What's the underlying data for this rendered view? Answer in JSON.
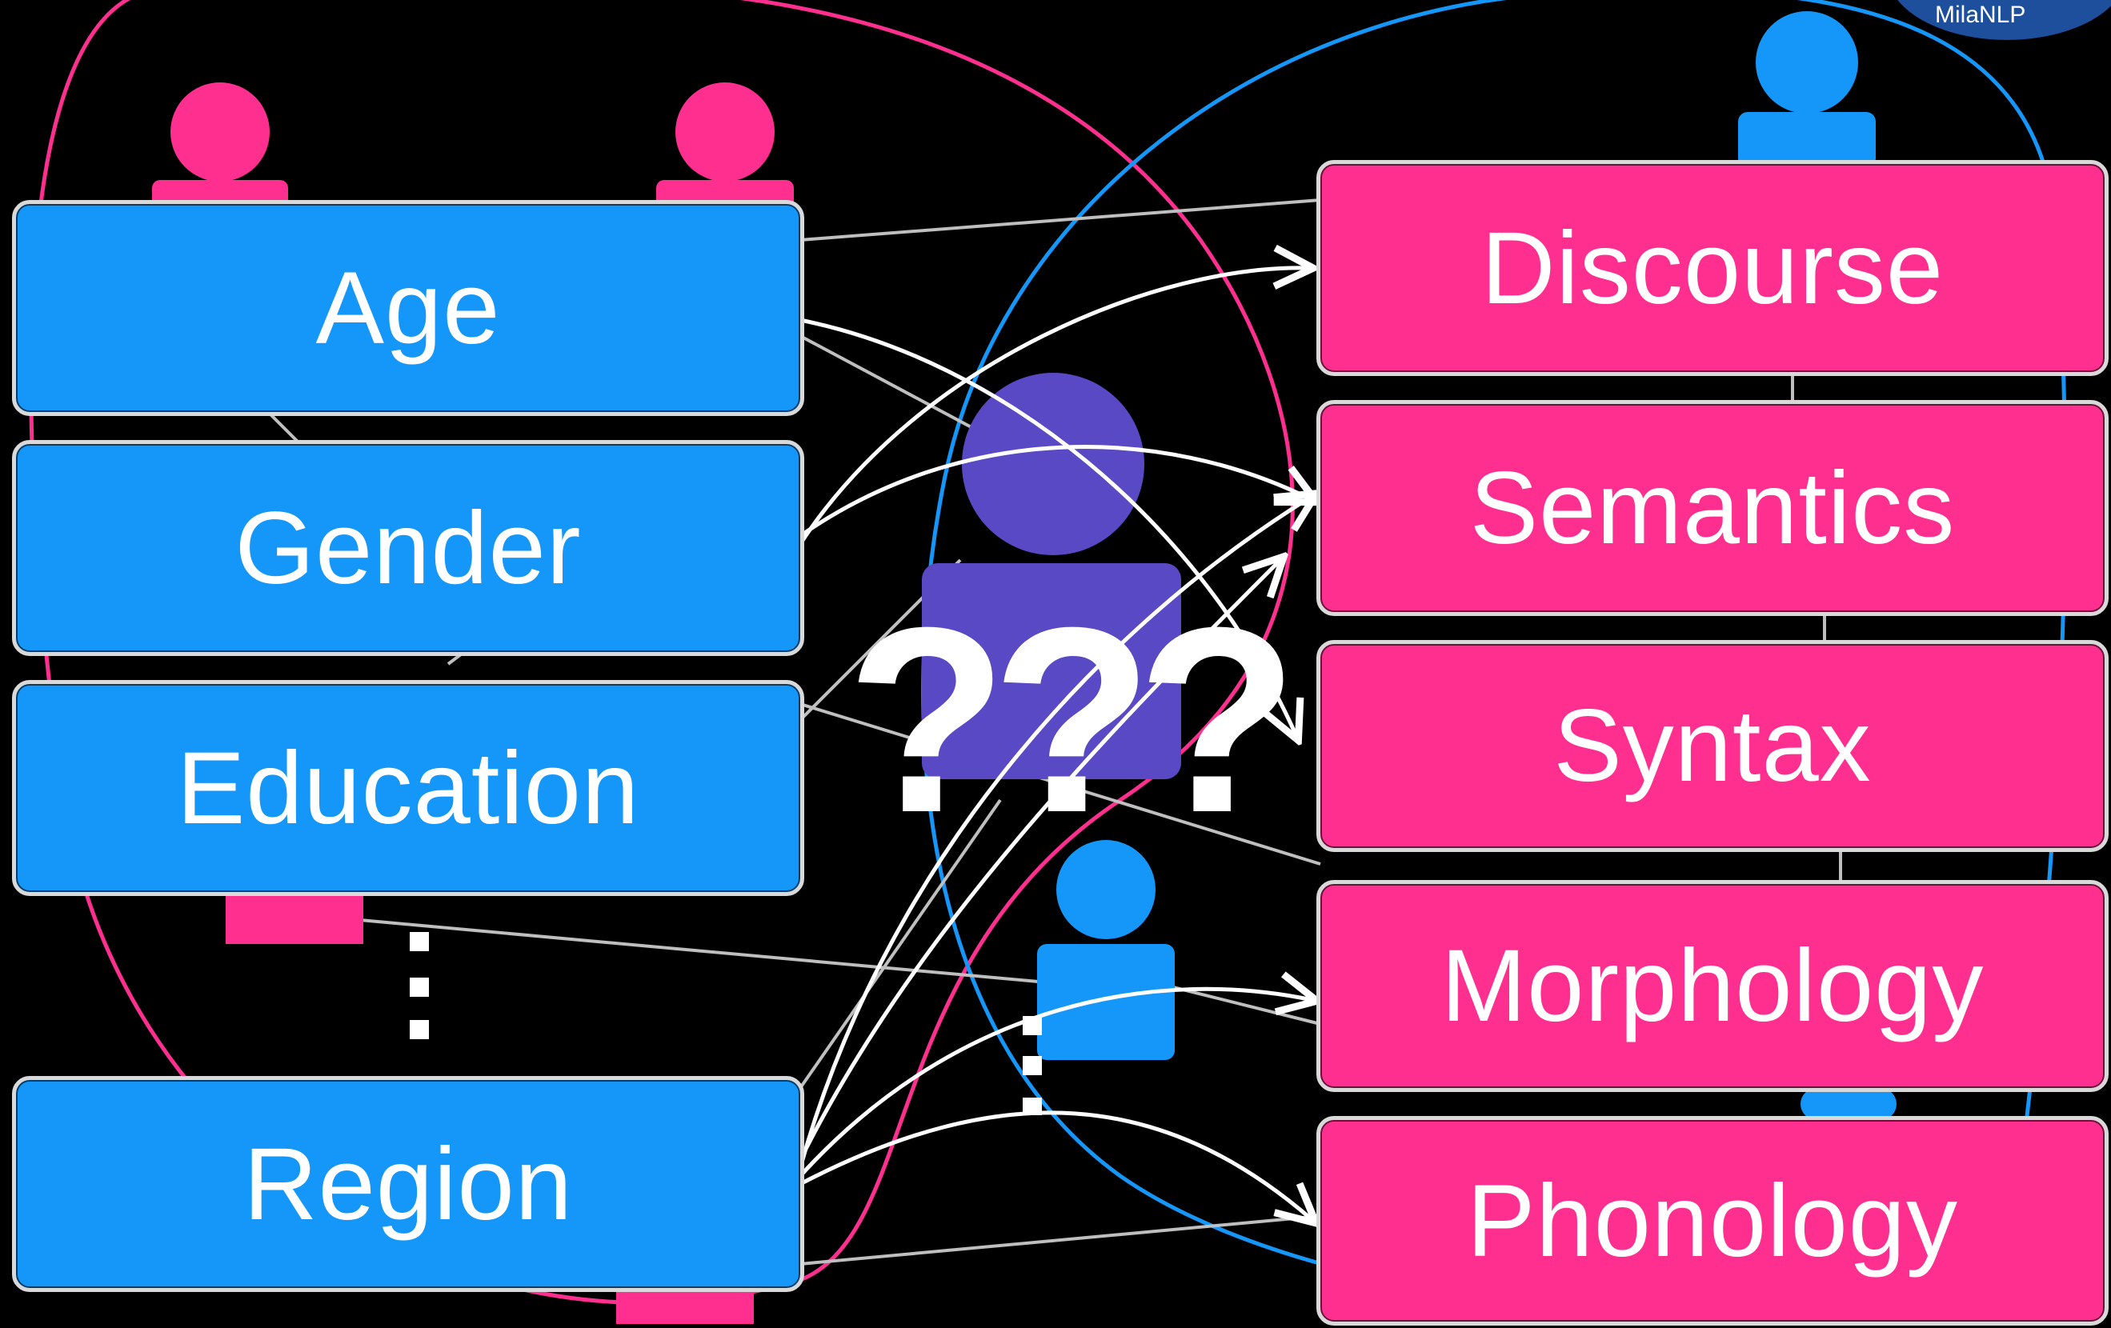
{
  "left_boxes": [
    {
      "label": "Age"
    },
    {
      "label": "Gender"
    },
    {
      "label": "Education"
    },
    {
      "label": "Region"
    }
  ],
  "right_boxes": [
    {
      "label": "Discourse"
    },
    {
      "label": "Semantics"
    },
    {
      "label": "Syntax"
    },
    {
      "label": "Morphology"
    },
    {
      "label": "Phonology"
    }
  ],
  "center_text": "???",
  "logo_text": "MilaNLP",
  "colors": {
    "background": "#000000",
    "left_box": "#1596f9",
    "right_box": "#fe2f8f",
    "center_person": "#5a49c4",
    "blue_person": "#1596f9",
    "pink_person": "#fe2f8f",
    "arrows": "#ffffff",
    "links": "#bfbfbf"
  }
}
